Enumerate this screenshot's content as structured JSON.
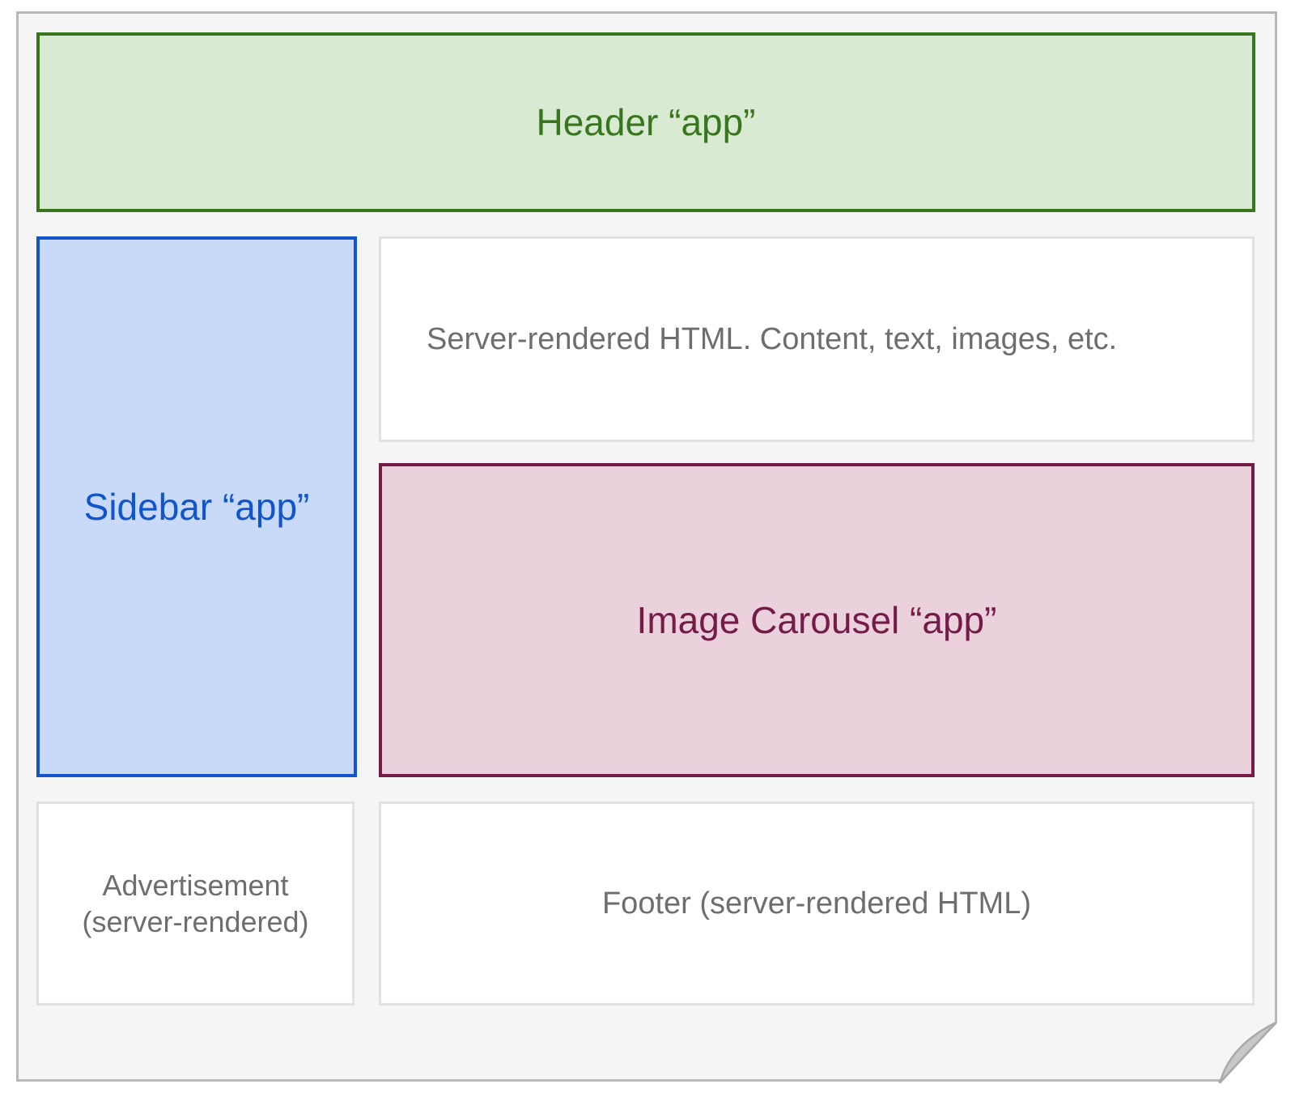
{
  "diagram": {
    "description": "page-layout-diagram",
    "regions": {
      "header": {
        "label": "Header “app”"
      },
      "sidebar": {
        "label": "Sidebar “app”"
      },
      "content": {
        "label": "Server-rendered HTML. Content, text, images, etc."
      },
      "carousel": {
        "label": "Image Carousel “app”"
      },
      "ad": {
        "label": "Advertisement (server-rendered)"
      },
      "footer": {
        "label": "Footer (server-rendered HTML)"
      }
    },
    "colors": {
      "page_background": "#f5f5f6",
      "page_border": "#b9b9b9",
      "header_fill": "#d9ead3",
      "header_border": "#38761d",
      "header_text": "#38761d",
      "sidebar_fill": "#c9daf8",
      "sidebar_border": "#1155cc",
      "sidebar_text": "#1155cc",
      "carousel_fill": "#ead1dc",
      "carousel_border": "#741b47",
      "carousel_text": "#741b47",
      "plain_box_fill": "#ffffff",
      "plain_box_border": "#e1e1e1",
      "plain_text": "#6e6e6e",
      "fold_fill": "#c8c8c8",
      "fold_edge": "#a9a9a9"
    }
  }
}
